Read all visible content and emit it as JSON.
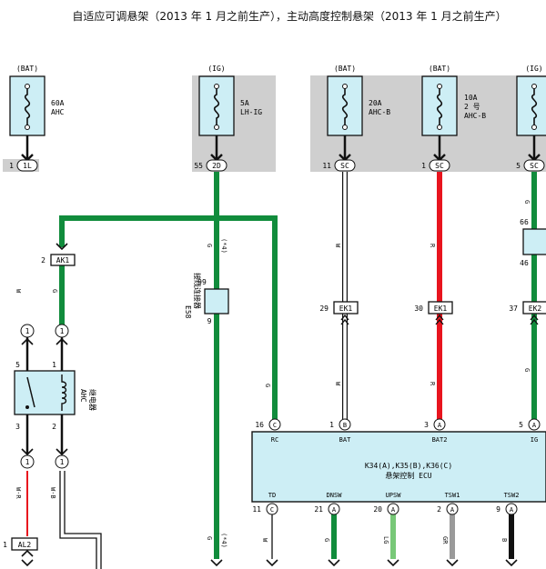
{
  "title": "自适应可调悬架（2013 年 1 月之前生产），主动高度控制悬架（2013 年 1 月之前生产）",
  "fuses": [
    {
      "source": "(BAT)",
      "rating": "60A",
      "name": "AHC",
      "pin": "1",
      "connector": "1L"
    },
    {
      "source": "(IG)",
      "rating": "5A",
      "name": "LH-IG",
      "pin": "55",
      "connector": "2D"
    },
    {
      "source": "(BAT)",
      "rating": "20A",
      "name": "AHC-B",
      "pin": "11",
      "connector": "SC"
    },
    {
      "source": "(BAT)",
      "rating": "10A",
      "name": "2 号",
      "name2": "AHC-B",
      "pin": "1",
      "connector": "SC"
    },
    {
      "source": "(IG)",
      "pin": "5",
      "connector": "SC"
    }
  ],
  "connectors": {
    "ak1": {
      "pin": "2",
      "label": "AK1"
    },
    "ek1a": {
      "pin": "29",
      "label": "EK1"
    },
    "ek1b": {
      "pin": "30",
      "label": "EK1"
    },
    "ek2": {
      "pin": "37",
      "label": "EK2"
    },
    "al2": {
      "pin": "1",
      "label": "AL2"
    },
    "junction": {
      "pin_top": "99",
      "pin_bottom": "9",
      "label1": "E58",
      "label2": "接线连接器"
    },
    "right_mid": {
      "pin_top": "66",
      "pin_bottom": "46"
    }
  },
  "relay": {
    "label": "AHC",
    "label2": "继电器",
    "pin5": "5",
    "pin1": "1",
    "pin3": "3",
    "pin2": "2",
    "circle": "1"
  },
  "ecu": {
    "title": "K34(A),K35(B),K36(C)",
    "subtitle": "悬架控制 ECU",
    "top_pins": [
      {
        "num": "16",
        "letter": "C",
        "name": "RC"
      },
      {
        "num": "1",
        "letter": "B",
        "name": "BAT"
      },
      {
        "num": "3",
        "letter": "A",
        "name": "BAT2"
      },
      {
        "num": "5",
        "letter": "A",
        "name": "IG"
      }
    ],
    "bottom_pins": [
      {
        "num": "11",
        "letter": "C",
        "name": "TD"
      },
      {
        "num": "21",
        "letter": "A",
        "name": "DNSW"
      },
      {
        "num": "20",
        "letter": "A",
        "name": "UPSW"
      },
      {
        "num": "2",
        "letter": "A",
        "name": "TSW1"
      },
      {
        "num": "9",
        "letter": "A",
        "name": "TSW2"
      }
    ]
  },
  "wire_labels": {
    "g": "G",
    "w": "W",
    "r": "R",
    "b": "B",
    "lg": "LG",
    "gr": "GR",
    "wr": "W-R",
    "wb": "W-B",
    "star4": "(*4)"
  },
  "colors": {
    "green": "#118c3c",
    "red": "#e8141e",
    "gray_bg": "#cfcfcf",
    "ecu_fill": "#cdeef5",
    "fuse_fill": "#cdeef5",
    "light_green": "#78c878",
    "gray_wire": "#9a9a9a",
    "black": "#111111"
  }
}
